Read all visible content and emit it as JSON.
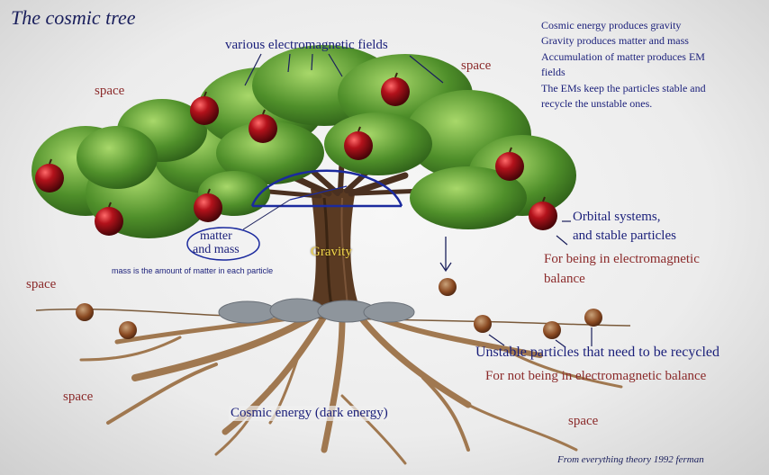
{
  "title": "The cosmic tree",
  "em_fields_label": "various electromagnetic fields",
  "space_labels": [
    "space",
    "space",
    "space",
    "space",
    "space"
  ],
  "notes": [
    "Cosmic energy produces gravity",
    "Gravity produces matter and mass",
    "Accumulation of matter produces EM",
    "fields",
    "The EMs keep the particles stable and",
    "recycle the unstable ones."
  ],
  "matter_label": [
    "matter",
    "and mass"
  ],
  "gravity_label": "Gravity",
  "mass_note": "mass is the amount of matter in each particle",
  "orbital_label": [
    "Orbital systems,",
    "and stable particles"
  ],
  "balance_label": [
    "For being in electromagnetic",
    "balance"
  ],
  "unstable_label": "Unstable particles that need to be recycled",
  "not_balance_label": "For not being in electromagnetic balance",
  "cosmic_energy_label": "Cosmic energy (dark energy)",
  "credit": "From everything theory 1992   ferman",
  "colors": {
    "label_blue": "#1a1f7a",
    "label_red": "#8b2a2a",
    "foliage": "#4f8f2a",
    "trunk": "#5a3a22",
    "apple": "#a3141c",
    "arc": "#1b2a9e"
  }
}
